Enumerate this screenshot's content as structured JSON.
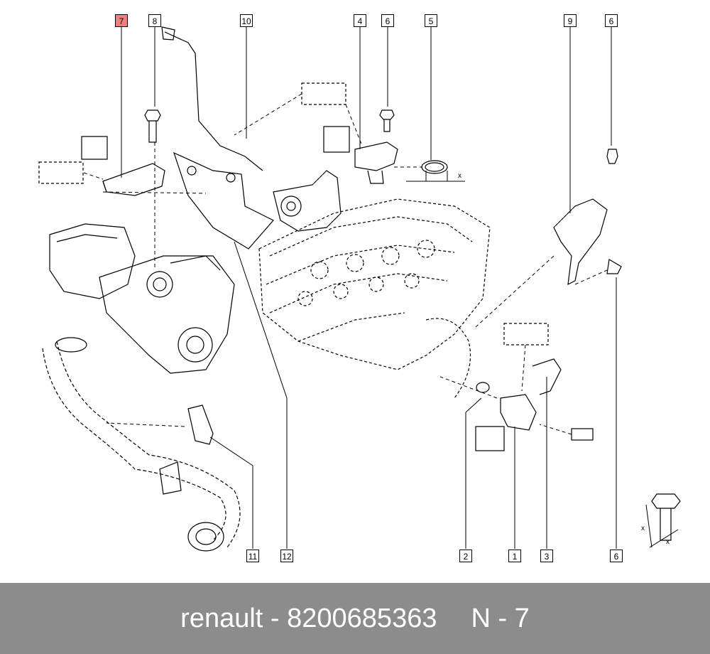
{
  "diagram": {
    "callouts": [
      {
        "id": "c7a",
        "label": "7",
        "highlighted": true
      },
      {
        "id": "c8",
        "label": "8"
      },
      {
        "id": "c10",
        "label": "10"
      },
      {
        "id": "c4",
        "label": "4"
      },
      {
        "id": "c6a",
        "label": "6"
      },
      {
        "id": "c5",
        "label": "5"
      },
      {
        "id": "c9",
        "label": "9"
      },
      {
        "id": "c6b",
        "label": "6"
      },
      {
        "id": "c11",
        "label": "11"
      },
      {
        "id": "c12",
        "label": "12"
      },
      {
        "id": "c2",
        "label": "2"
      },
      {
        "id": "c1",
        "label": "1"
      },
      {
        "id": "c3",
        "label": "3"
      },
      {
        "id": "c6c",
        "label": "6"
      }
    ],
    "dimension_labels": [
      "x",
      "x",
      "x"
    ],
    "highlight_color": "#f08080",
    "line_color": "#000000"
  },
  "footer": {
    "brand_part": "renault - 8200685363",
    "ref": "N - 7",
    "background": "#8c8c8c",
    "text_color": "#ffffff"
  }
}
